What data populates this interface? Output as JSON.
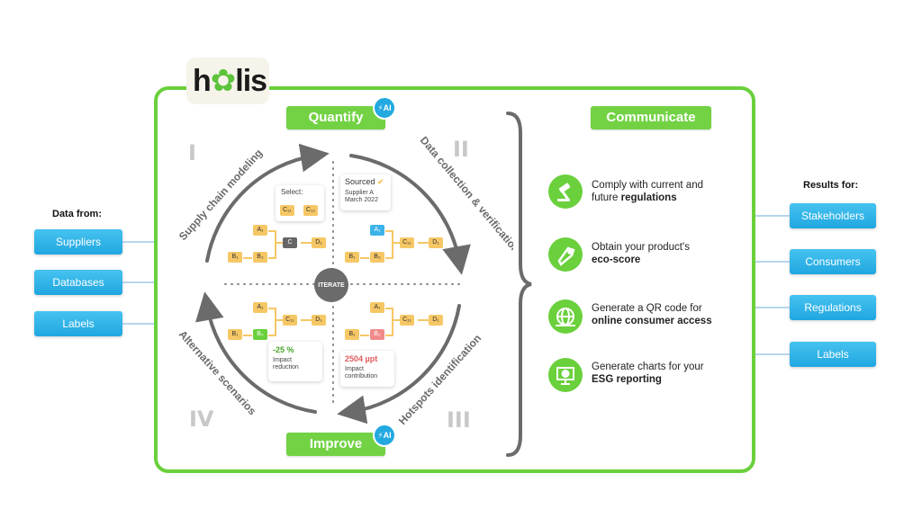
{
  "logo": {
    "text_pre": "h",
    "text_post": "lis"
  },
  "left": {
    "heading": "Data from:",
    "items": [
      "Suppliers",
      "Databases",
      "Labels"
    ]
  },
  "right": {
    "heading": "Results for:",
    "items": [
      "Stakeholders",
      "Consumers",
      "Regulations",
      "Labels"
    ]
  },
  "cycle": {
    "quantify": "Quantify",
    "improve": "Improve",
    "ai": "AI",
    "iterate": "ITERATE",
    "numerals": [
      "I",
      "II",
      "III",
      "IV"
    ],
    "phases": [
      "Supply chain modeling",
      "Data collection & verification",
      "Hotspots identification",
      "Alternative scenarios"
    ]
  },
  "q1": {
    "select": "Select:",
    "c11": "C₁₁",
    "c12": "C₁₂",
    "a1": "A₁",
    "c": "C",
    "d1": "D₁",
    "b1": "B₁",
    "b2": "B₂"
  },
  "q2": {
    "sourced": "Sourced",
    "supplier": "Supplier A",
    "date": "March 2022",
    "a1": "A₁",
    "c11": "C₁₁",
    "d1": "D₁",
    "b1": "B₁",
    "b2": "B₂"
  },
  "q3": {
    "value": "2504 µpt",
    "l1": "Impact",
    "l2": "contribution",
    "a1": "A₁",
    "c11": "C₁₁",
    "d1": "D₁",
    "b1": "B₁",
    "b2": "B₂"
  },
  "q4": {
    "value": "-25 %",
    "l1": "Impact",
    "l2": "reduction",
    "a1": "A₁",
    "c11": "C₁₁",
    "d1": "D₁",
    "b1": "B₁",
    "b2": "B₂"
  },
  "communicate": {
    "title": "Communicate",
    "features": [
      {
        "icon": "gavel-icon",
        "line1": "Comply with current and",
        "line2_pre": "future ",
        "line2_bold": "regulations"
      },
      {
        "icon": "leaf-tag-icon",
        "line1": "Obtain your product's",
        "line2_pre": "",
        "line2_bold": "eco-score"
      },
      {
        "icon": "globe-qr-icon",
        "line1": "Generate a QR code for",
        "line2_pre": "",
        "line2_bold": "online consumer access"
      },
      {
        "icon": "chart-board-icon",
        "line1": "Generate charts for your",
        "line2_pre": "",
        "line2_bold": "ESG reporting"
      }
    ]
  },
  "colors": {
    "green": "#6ad03c",
    "blue": "#22a9e0",
    "gray": "#6b6b6b"
  }
}
